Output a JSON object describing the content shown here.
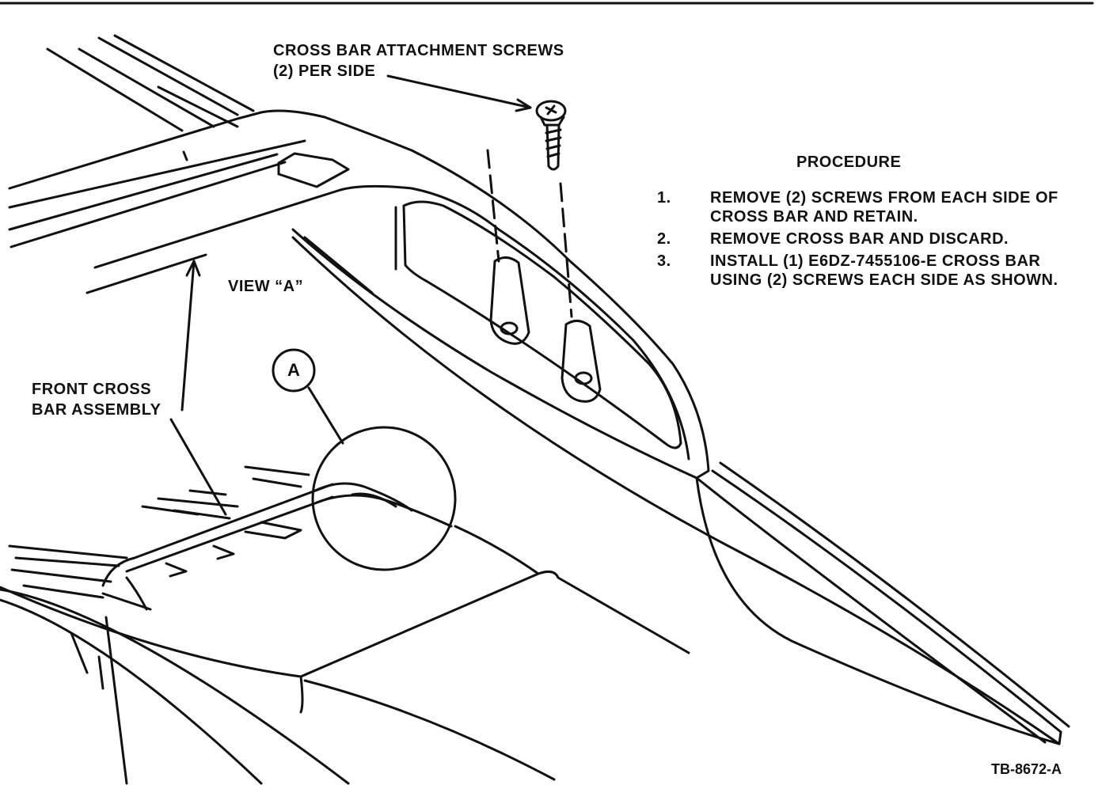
{
  "labels": {
    "screws_line1": "CROSS BAR ATTACHMENT SCREWS",
    "screws_line2": "(2) PER SIDE",
    "view": "VIEW “A”",
    "front_line1": "FRONT CROSS",
    "front_line2": "BAR ASSEMBLY",
    "callout": "A",
    "doc_id": "TB-8672-A"
  },
  "procedure": {
    "title": "PROCEDURE",
    "steps": [
      {
        "num": "1.",
        "text": "REMOVE (2) SCREWS FROM EACH SIDE OF CROSS BAR AND RETAIN."
      },
      {
        "num": "2.",
        "text": "REMOVE CROSS BAR AND DISCARD."
      },
      {
        "num": "3.",
        "text": "INSTALL (1) E6DZ-7455106-E CROSS BAR USING (2) SCREWS EACH SIDE AS SHOWN."
      }
    ]
  }
}
